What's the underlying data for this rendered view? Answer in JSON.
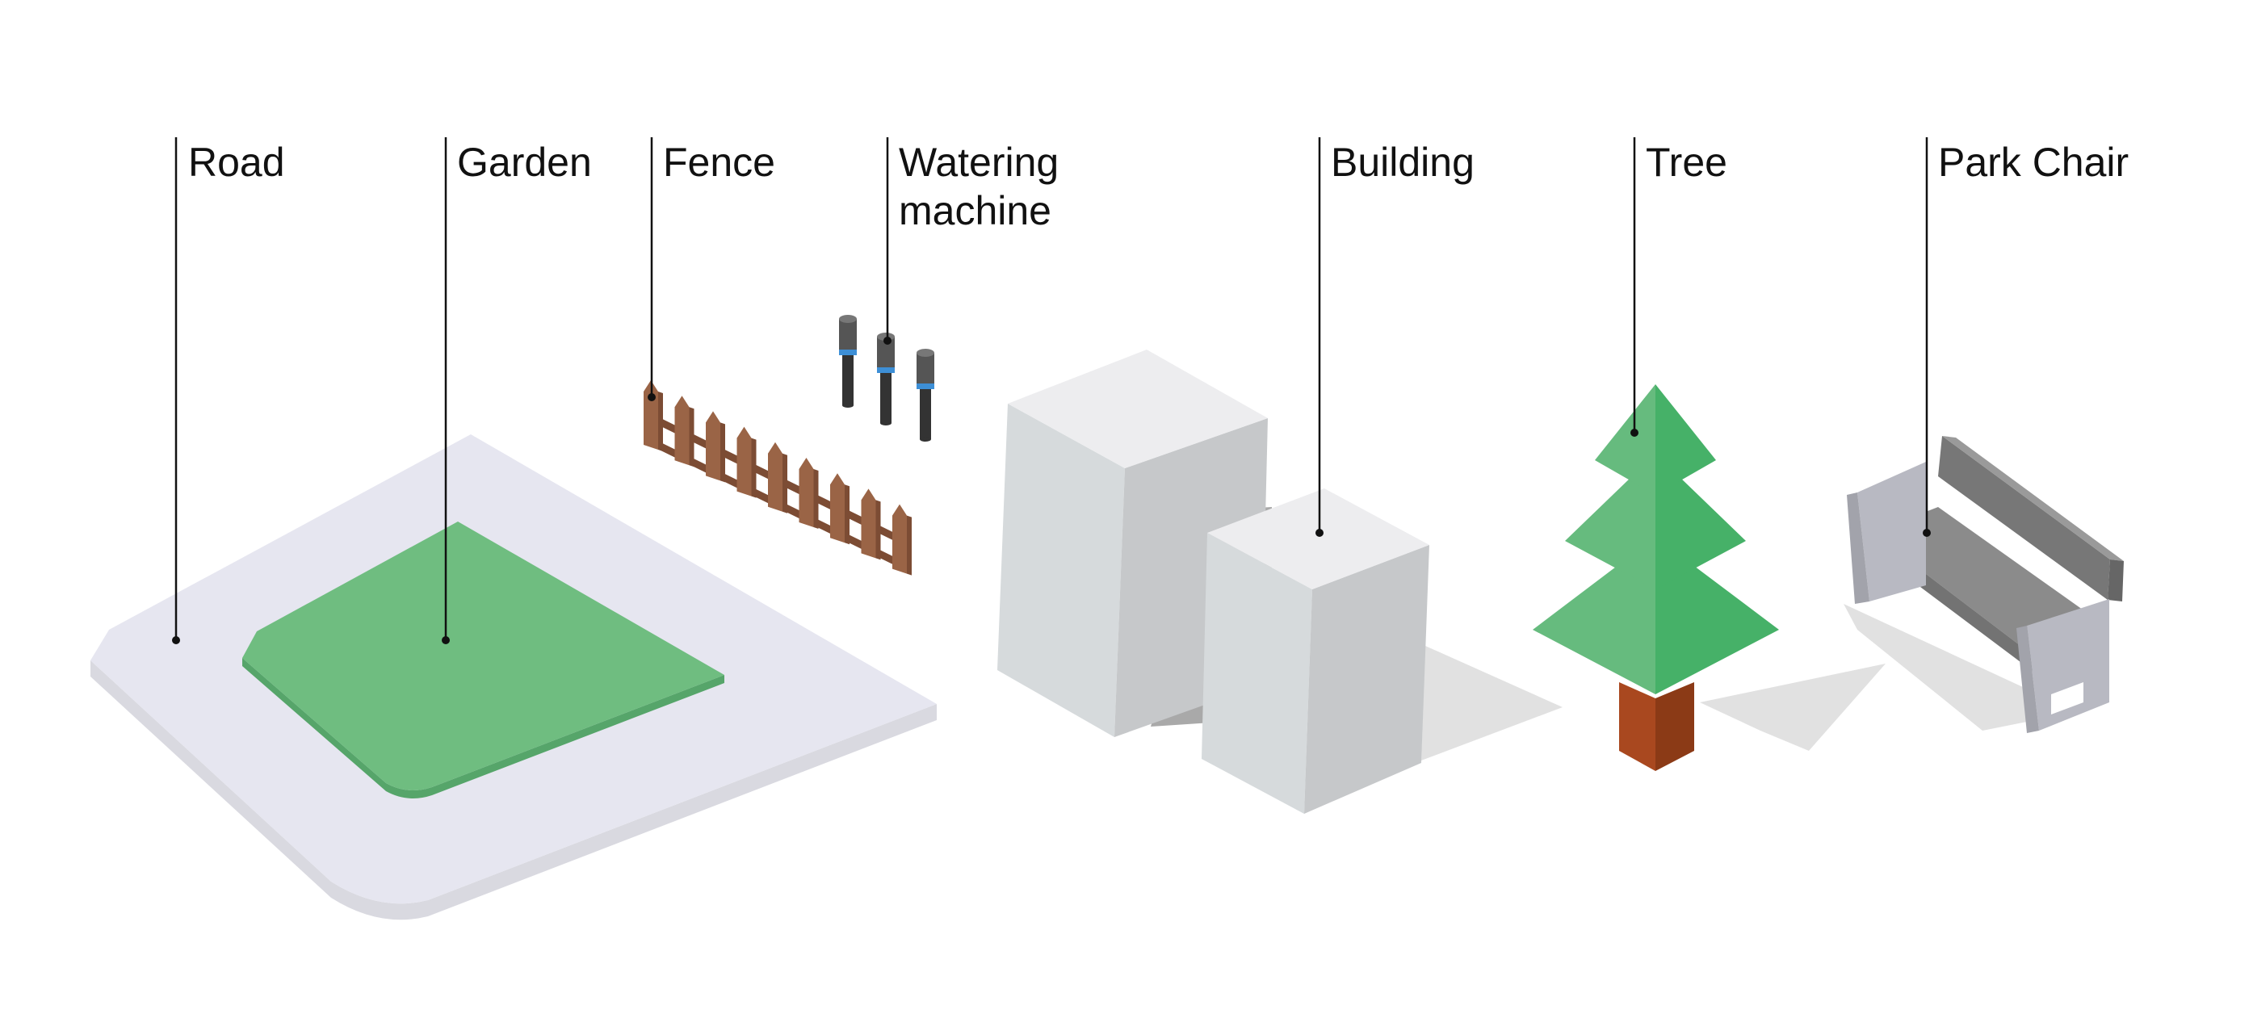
{
  "colors": {
    "road_top": "#e6e6f0",
    "road_edge": "#d9d9e0",
    "garden_top": "#6fbd80",
    "garden_edge": "#56a56a",
    "fence": "#9a6446",
    "fence_dark": "#7c4c34",
    "watering": "#3e3e3e",
    "watering_ring": "#3d8fd6",
    "building_top": "#ededef",
    "building_left": "#d6dadc",
    "building_right": "#c6c8ca",
    "tree_light": "#66bb7e",
    "tree_dark": "#46b168",
    "trunk_light": "#a9481f",
    "trunk_dark": "#8b3a16",
    "chair_seat": "#8b8b8b",
    "chair_back": "#777777",
    "chair_arm": "#b8b9c2",
    "shadow": "#e1e1e1",
    "leader_line": "#111111"
  },
  "labels": {
    "road": "Road",
    "garden": "Garden",
    "fence": "Fence",
    "watering_line1": "Watering",
    "watering_line2": "machine",
    "building": "Building",
    "tree": "Tree",
    "park_chair": "Park Chair"
  }
}
